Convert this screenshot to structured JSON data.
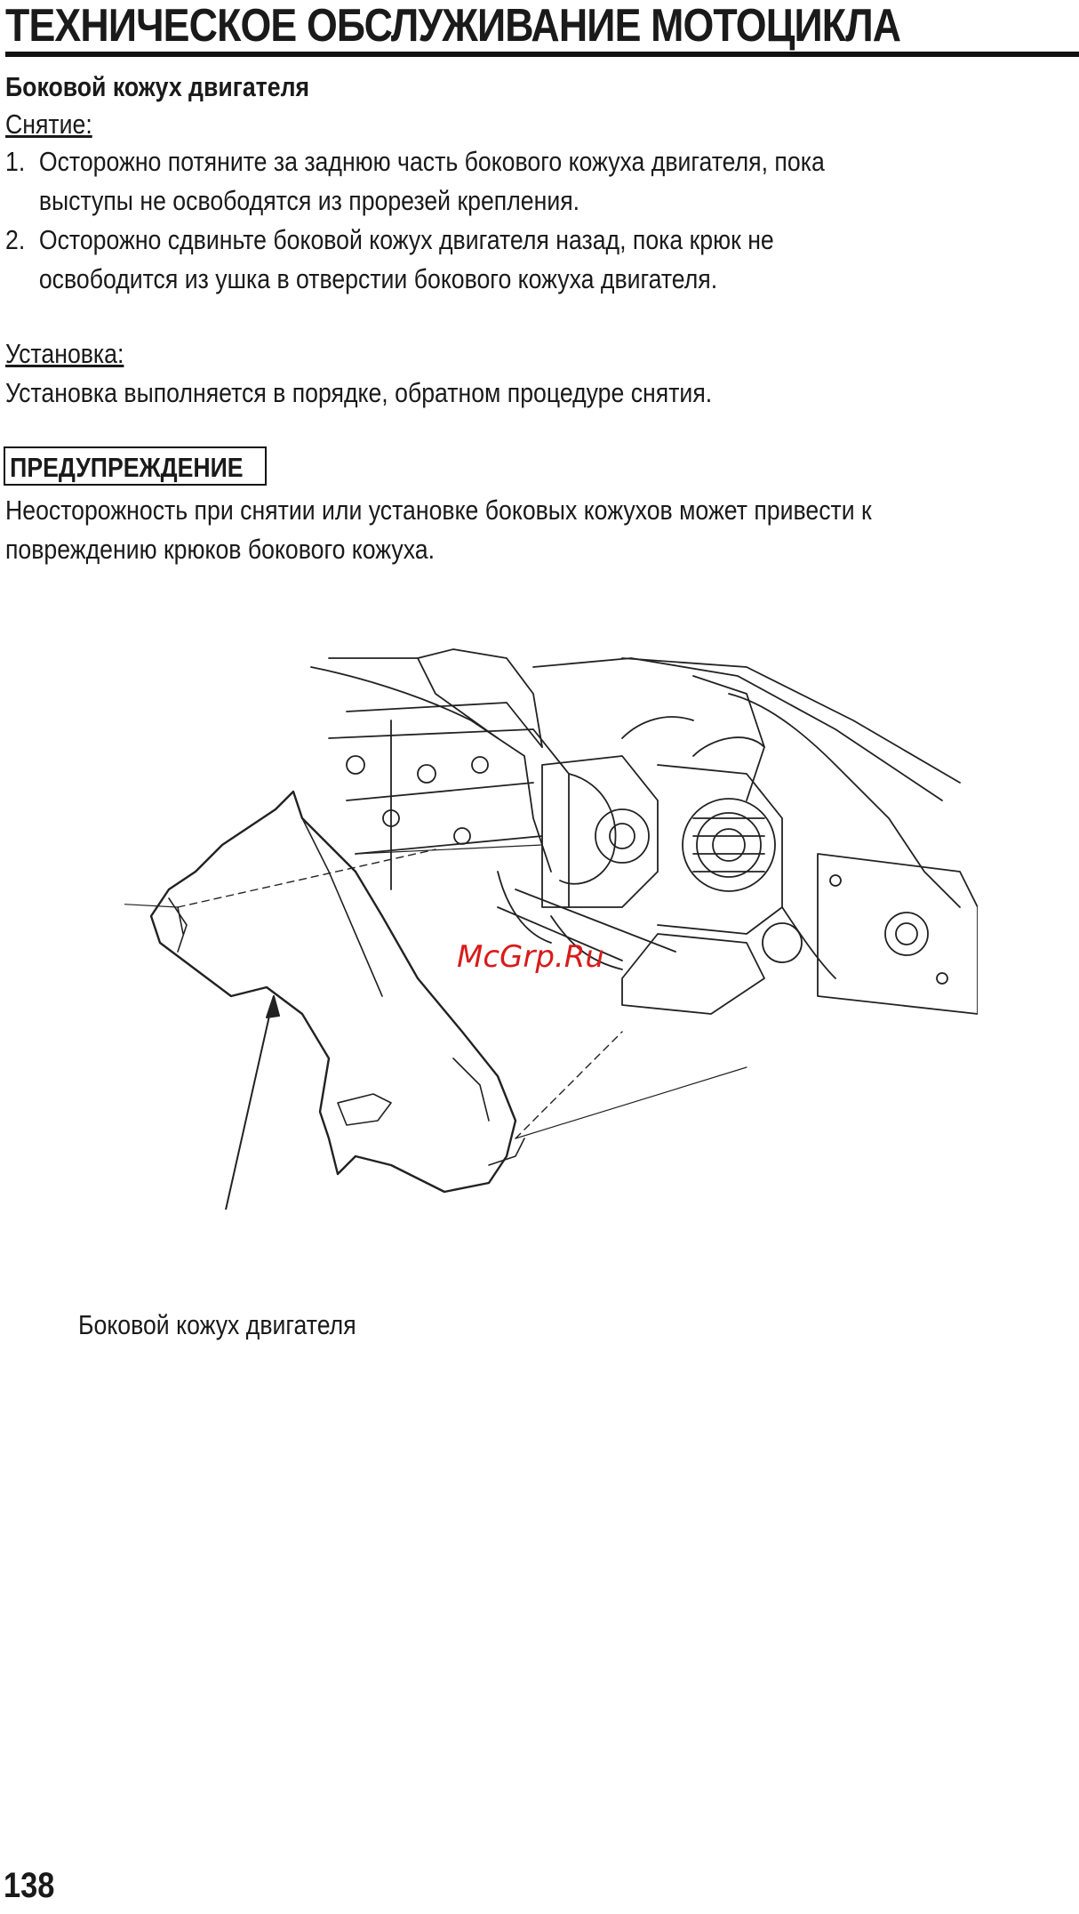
{
  "header": {
    "title": "ТЕХНИЧЕСКОЕ ОБСЛУЖИВАНИЕ МОТОЦИКЛА"
  },
  "section": {
    "title": "Боковой кожух двигателя",
    "removal_label": "Снятие:",
    "steps": [
      {
        "num": "1.",
        "line1": "Осторожно потяните за заднюю часть бокового кожуха двигателя, пока",
        "line2": "выступы не освободятся из прорезей крепления."
      },
      {
        "num": "2.",
        "line1": "Осторожно сдвиньте боковой кожух двигателя назад, пока крюк не",
        "line2": "освободится из ушка в отверстии бокового кожуха двигателя."
      }
    ],
    "install_label": "Установка:",
    "install_text": "Установка выполняется в порядке, обратном процедуре снятия."
  },
  "warning": {
    "label": "ПРЕДУПРЕЖДЕНИЕ",
    "line1": "Неосторожность при снятии или установке боковых кожухов может привести к",
    "line2": "повреждению крюков бокового кожуха."
  },
  "figure": {
    "label": "Боковой кожух двигателя",
    "watermark": "McGrp.Ru"
  },
  "footer": {
    "page_number": "138"
  }
}
